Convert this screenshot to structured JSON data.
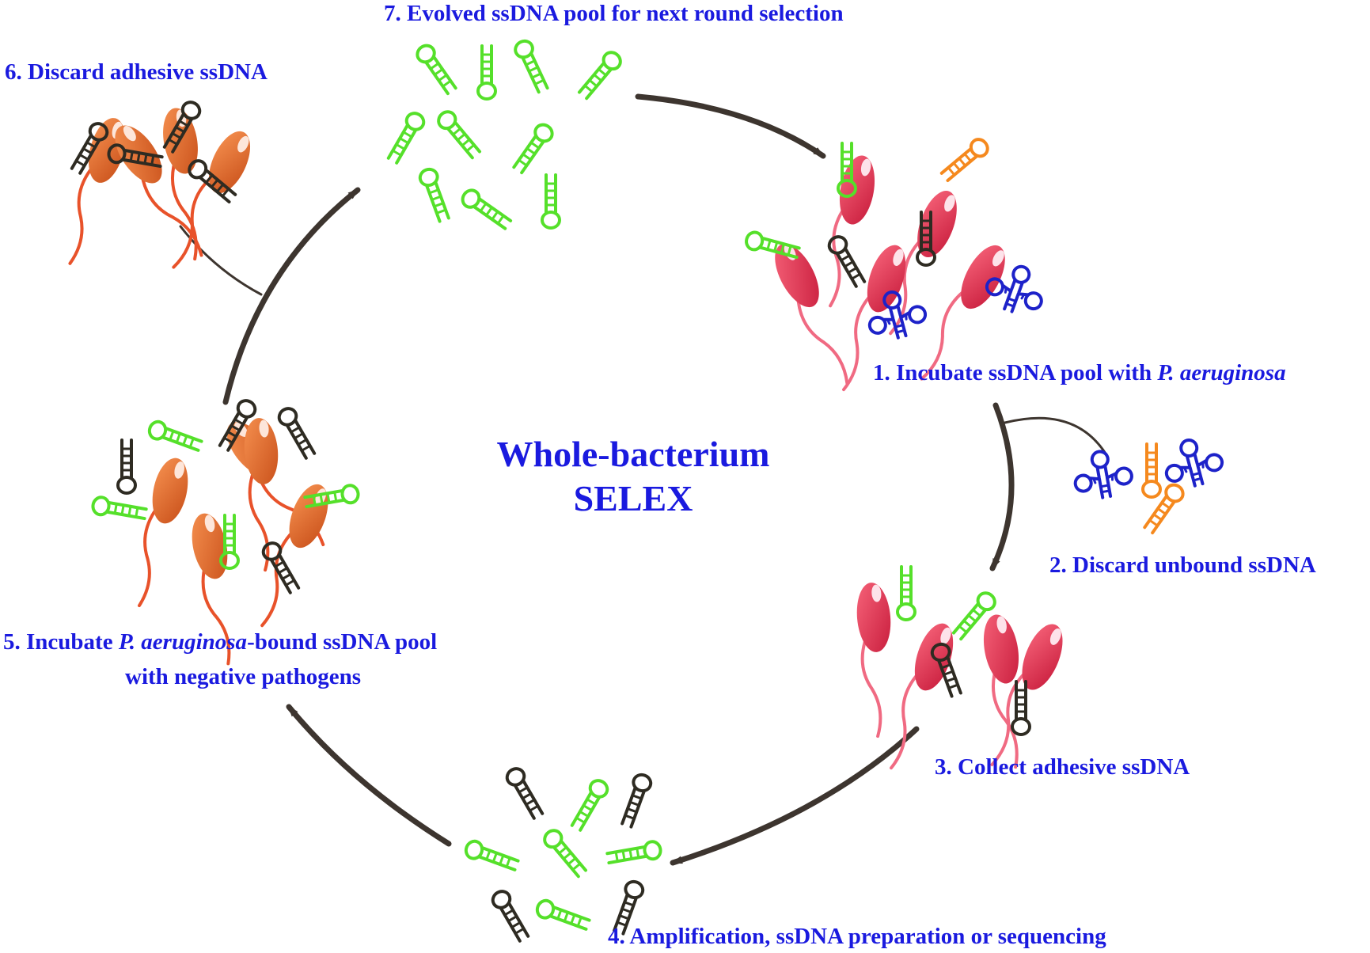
{
  "center_title": {
    "line1": "Whole-bacterium",
    "line2": "SELEX"
  },
  "steps": {
    "s1": {
      "prefix": "1. Incubate ssDNA pool with ",
      "italic": "P. aeruginosa"
    },
    "s2": "2. Discard unbound ssDNA",
    "s3": "3. Collect adhesive ssDNA",
    "s4": "4. Amplification, ssDNA preparation or sequencing",
    "s5": {
      "prefix": "5. Incubate ",
      "italic": "P. aeruginosa",
      "suffix": "-bound ssDNA pool",
      "line2": "with negative pathogens"
    },
    "s6": "6. Discard adhesive ssDNA",
    "s7": "7. Evolved ssDNA pool for next round selection"
  },
  "colors": {
    "label_text": "#1a1adf",
    "cycle_arrow": "#3d352f",
    "target_bacterium": "#e8304f",
    "negative_bacterium": "#e3682a",
    "binding_aptamer": "#55e02a",
    "adhesive_aptamer": "#2e2b22",
    "unbound_aptamer_orange": "#f5891e",
    "unbound_aptamer_blue": "#1d22c9"
  },
  "icons": [
    "hairpin-aptamer-icon",
    "three-loop-aptamer-icon",
    "bacterium-icon",
    "cycle-arrow-icon"
  ]
}
